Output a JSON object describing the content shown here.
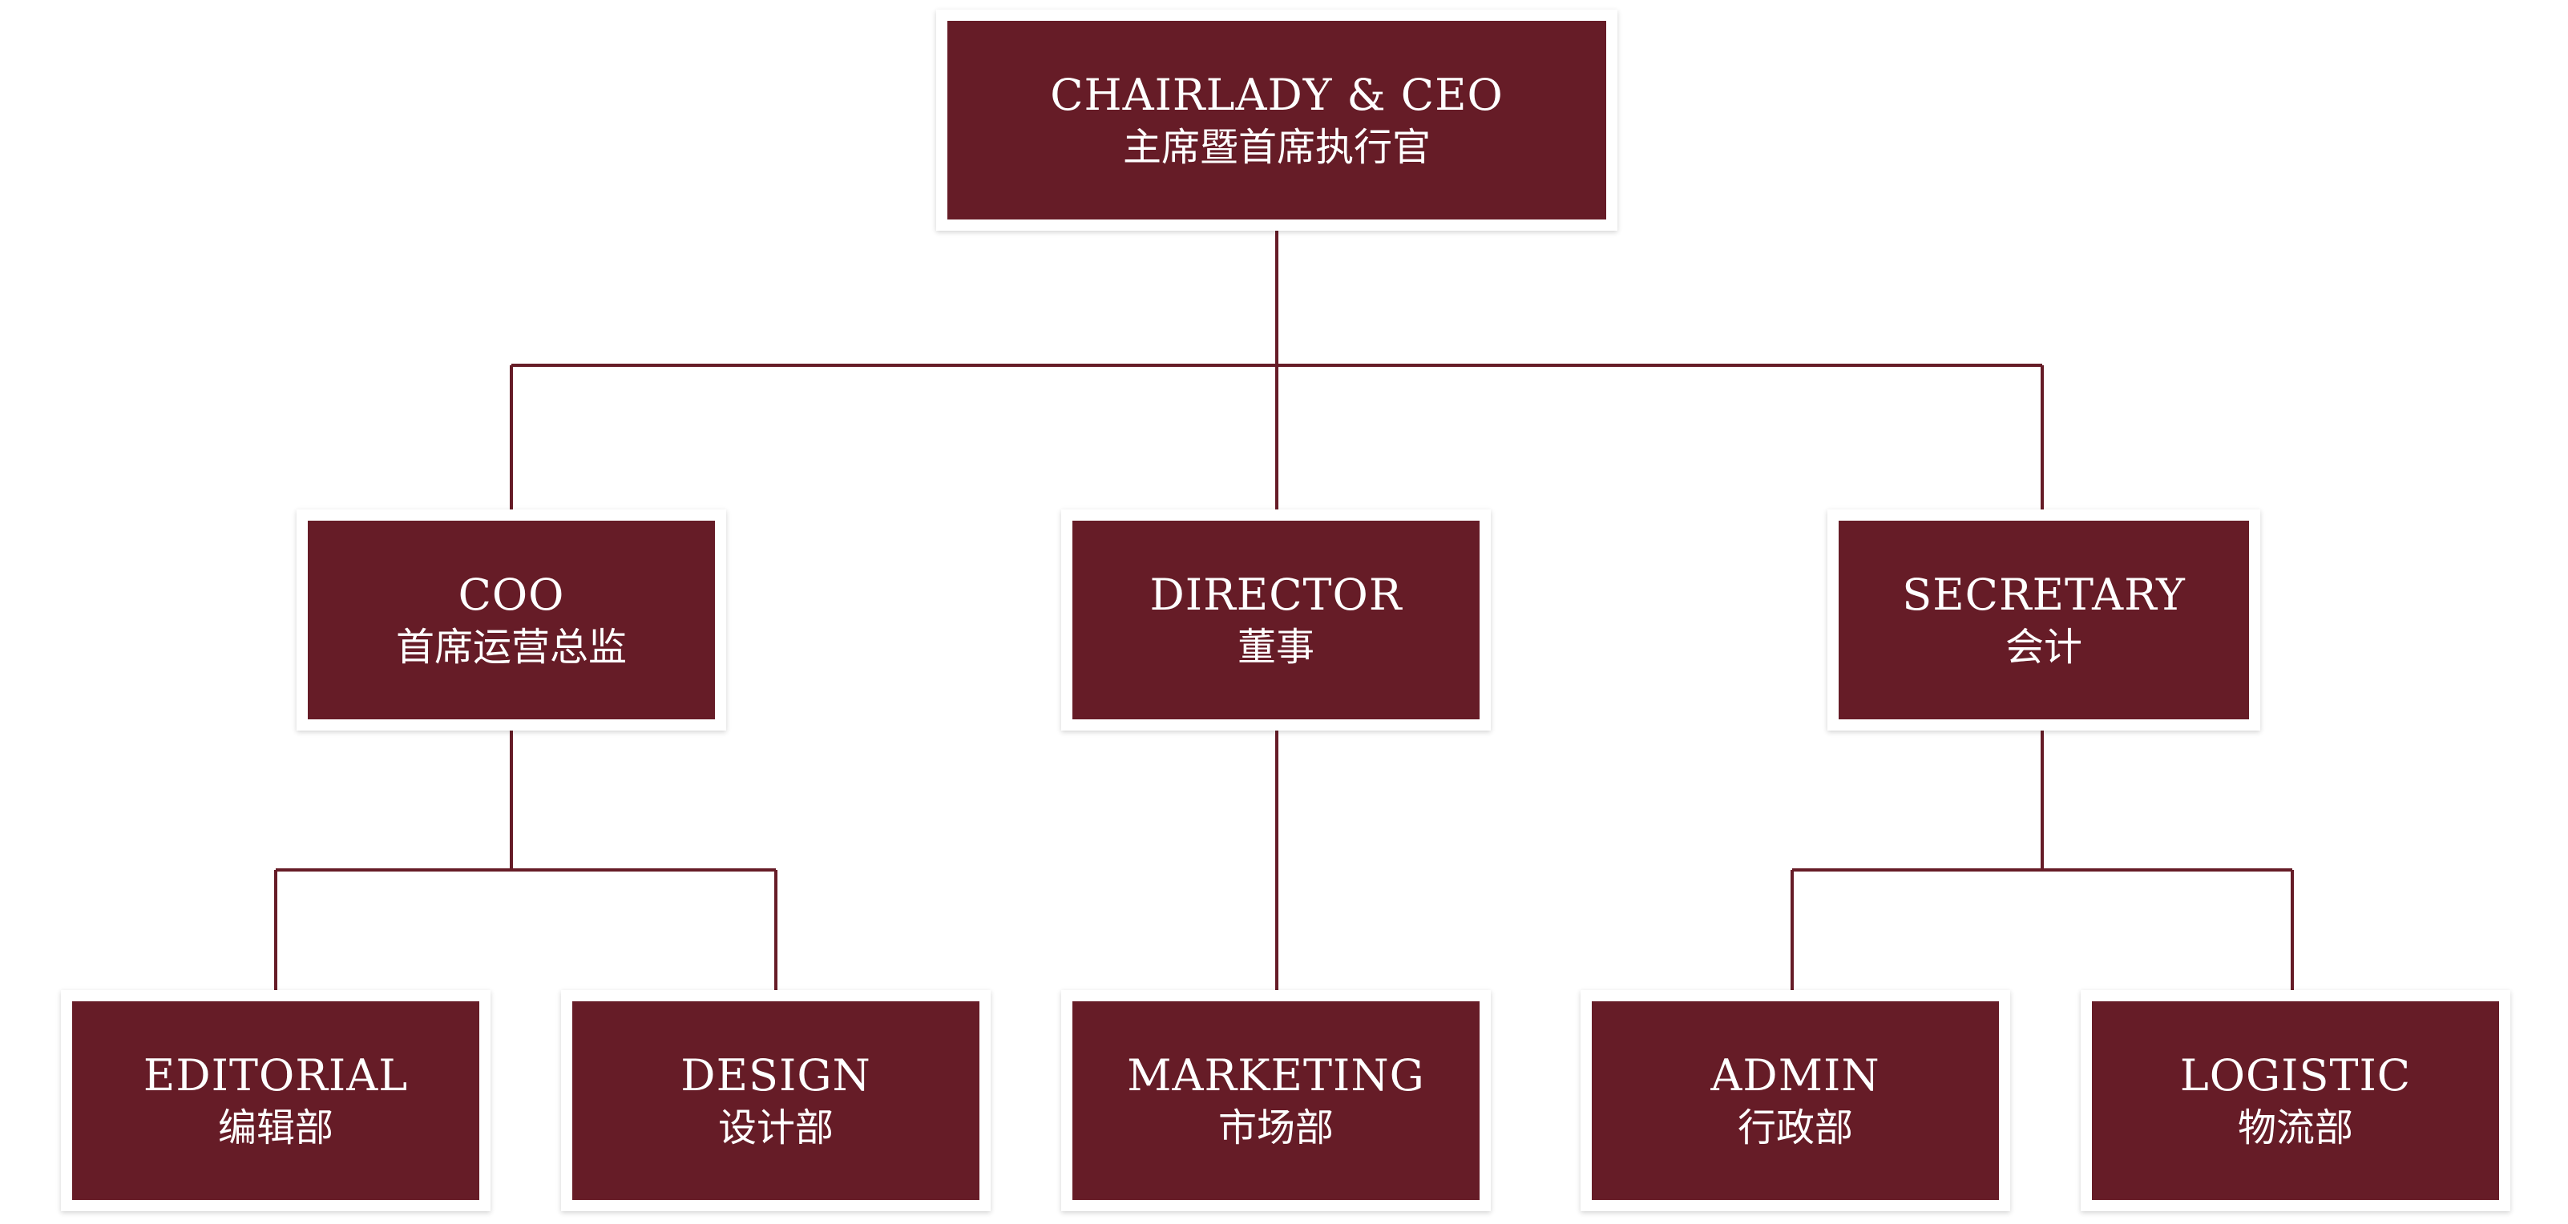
{
  "colors": {
    "box_fill": "#661c27",
    "connector": "#661c27",
    "text": "#ffffff",
    "background": "#ffffff"
  },
  "nodes": {
    "ceo": {
      "en": "CHAIRLADY & CEO",
      "zh": "主席暨首席执行官"
    },
    "coo": {
      "en": "COO",
      "zh": "首席运营总监"
    },
    "director": {
      "en": "DIRECTOR",
      "zh": "董事"
    },
    "secretary": {
      "en": "SECRETARY",
      "zh": "会计"
    },
    "editorial": {
      "en": "EDITORIAL",
      "zh": "编辑部"
    },
    "design": {
      "en": "DESIGN",
      "zh": "设计部"
    },
    "marketing": {
      "en": "MARKETING",
      "zh": "市场部"
    },
    "admin": {
      "en": "ADMIN",
      "zh": "行政部"
    },
    "logistic": {
      "en": "LOGISTIC",
      "zh": "物流部"
    }
  }
}
